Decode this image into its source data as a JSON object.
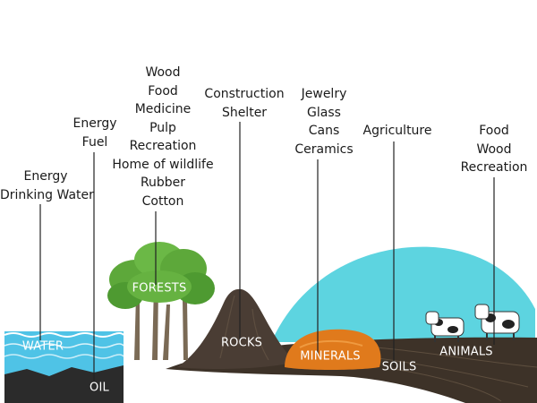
{
  "groups": [
    {
      "resource": "WATER",
      "uses": [
        "Energy",
        "Drinking Water"
      ]
    },
    {
      "resource": "OIL",
      "uses": [
        "Energy",
        "Fuel"
      ]
    },
    {
      "resource": "FORESTS",
      "uses": [
        "Wood",
        "Food",
        "Medicine",
        "Pulp",
        "Recreation",
        "Home of wildlife",
        "Rubber",
        "Cotton"
      ]
    },
    {
      "resource": "ROCKS",
      "uses": [
        "Construction",
        "Shelter"
      ]
    },
    {
      "resource": "MINERALS",
      "uses": [
        "Jewelry",
        "Glass",
        "Cans",
        "Ceramics"
      ]
    },
    {
      "resource": "SOILS",
      "uses": [
        "Agriculture"
      ]
    },
    {
      "resource": "ANIMALS",
      "uses": [
        "Food",
        "Wood",
        "Recreation"
      ]
    }
  ],
  "colors": {
    "water": "#4fc3e6",
    "sky_hill": "#5dd4e0",
    "rock": "#4a3d34",
    "minerals": "#e07a1c",
    "soil": "#3d3228",
    "foliage": "#5da83a",
    "trunk": "#7a6a55"
  }
}
